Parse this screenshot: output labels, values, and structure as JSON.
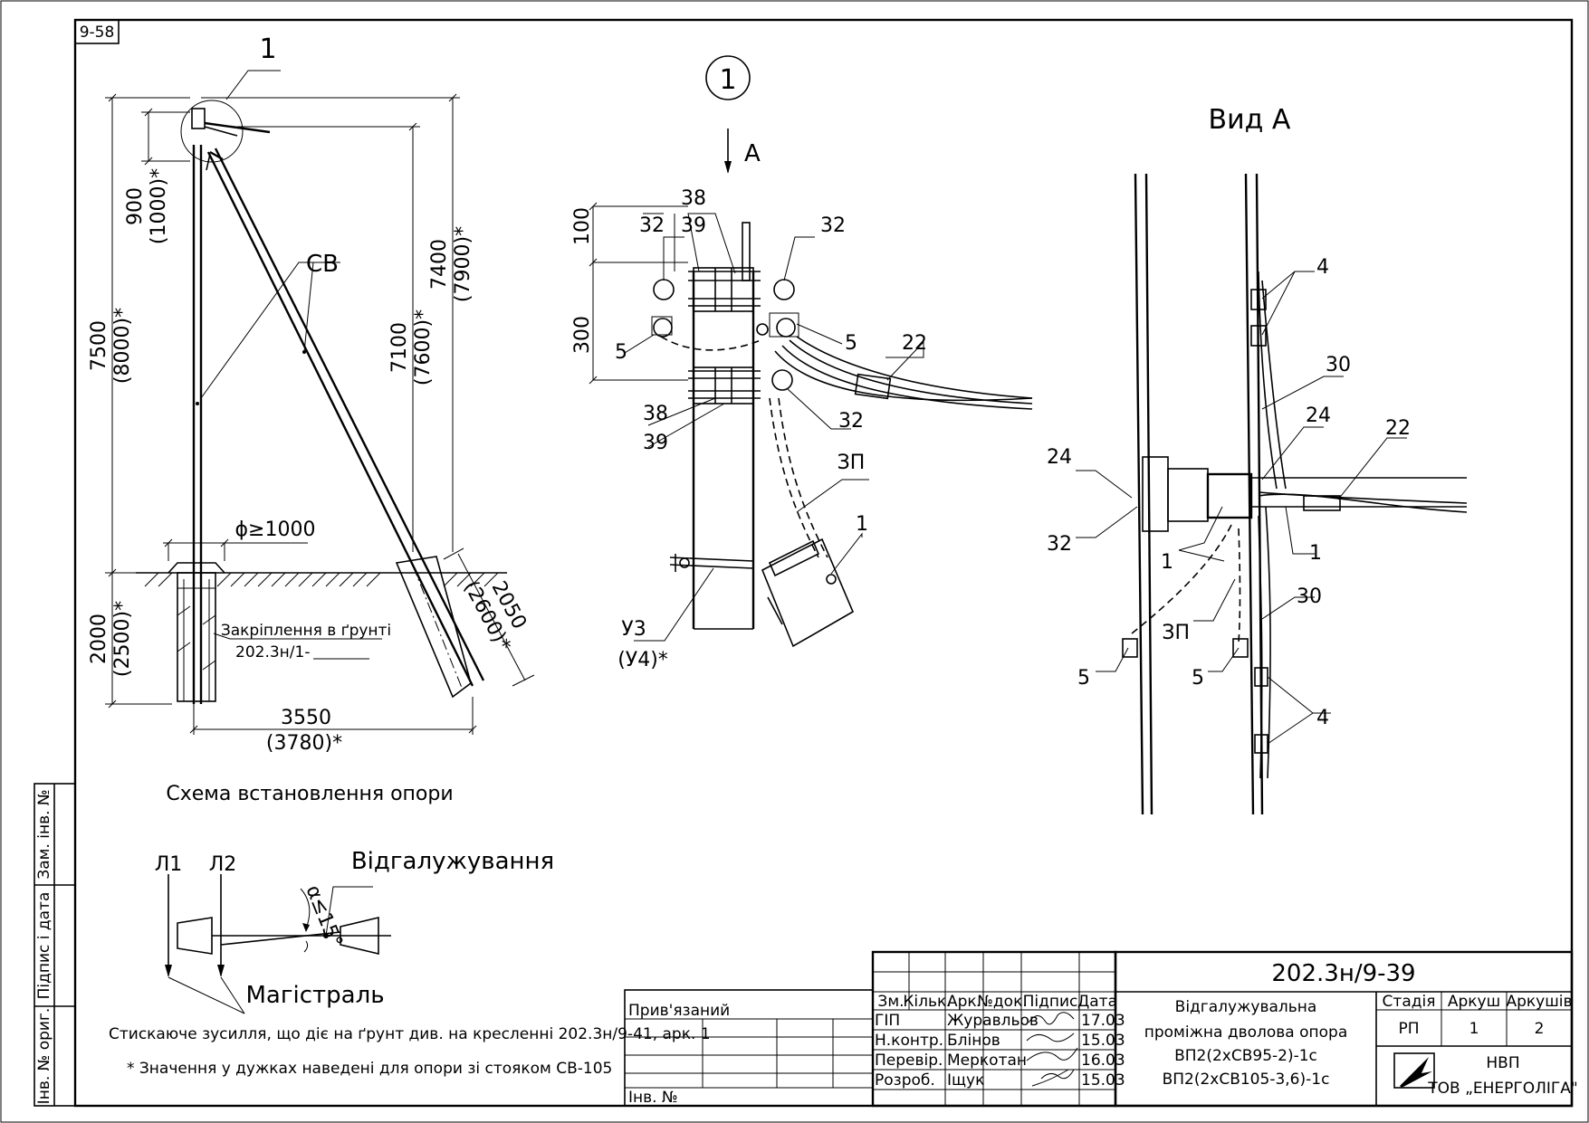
{
  "sheet": {
    "corner_code": "9-58",
    "code": "202.3н/9-39",
    "title_lines": [
      "Відгалужувальна",
      "проміжна дволова опора",
      "ВП2(2хСВ95-2)-1с",
      "ВП2(2хСВ105-3,6)-1с"
    ],
    "company": "НВП",
    "company_name": "ТОВ „ЕНЕРГОЛІГА\"",
    "stage_header": "Стадія",
    "sheet_header": "Аркуш",
    "sheets_header": "Аркушів",
    "stage": "РП",
    "sheet_no": "1",
    "sheets_total": "2",
    "tied": "Прив'язаний",
    "inv_no": "Інв. №",
    "stamp_headers": [
      "Зм.",
      "Кільк.",
      "Арк.",
      "№док.",
      "Підпис",
      "Дата"
    ],
    "stamp_rows": [
      {
        "role": "ГІП",
        "name": "Журавльов",
        "date": "17.03"
      },
      {
        "role": "Н.контр.",
        "name": "Блінов",
        "date": "15.03"
      },
      {
        "role": "Перевір.",
        "name": "Меркотан",
        "date": "16.03"
      },
      {
        "role": "Розроб.",
        "name": "Іщук",
        "date": "15.03"
      }
    ],
    "side_labels": [
      "Зам. інв. №",
      "Підпис і дата",
      "Інв. № ориг."
    ]
  },
  "left_view": {
    "detail_callout": "1",
    "pole_label": "СВ",
    "dim_900": "900",
    "dim_900_alt": "(1000)*",
    "dim_7500": "7500",
    "dim_7500_alt": "(8000)*",
    "dim_7100": "7100",
    "dim_7100_alt": "(7600)*",
    "dim_7400": "7400",
    "dim_7400_alt": "(7900)*",
    "dim_2000": "2000",
    "dim_2000_alt": "(2500)*",
    "dim_2050": "2050",
    "dim_2050_alt": "(2600)*",
    "dim_3550": "3550",
    "dim_3550_alt": "(3780)*",
    "pit_diameter": "ϕ≥1000",
    "ground_fix": "Закріплення в ґрунті",
    "ground_fix_ref": "202.3н/1-",
    "caption": "Схема встановлення опори"
  },
  "detail_view": {
    "callout": "1",
    "arrow_label": "А",
    "labels": [
      "38",
      "39",
      "32",
      "32",
      "5",
      "5",
      "22",
      "38",
      "39",
      "32",
      "ЗП",
      "1",
      "У3",
      "(У4)*"
    ],
    "dim_100": "100",
    "dim_300": "300"
  },
  "view_a": {
    "title": "Вид А",
    "labels": [
      "4",
      "30",
      "24",
      "22",
      "24",
      "32",
      "1",
      "1",
      "30",
      "ЗП",
      "5",
      "5",
      "4"
    ]
  },
  "scheme": {
    "l1": "Л1",
    "l2": "Л2",
    "angle": "α≤15°",
    "branch": "Відгалужування",
    "main": "Магістраль"
  },
  "notes": [
    "Стискаюче зусилля, що діє на ґрунт див. на кресленні 202.3н/9-41, арк. 1",
    "* Значення у дужках наведені для опори зі стояком СВ-105"
  ]
}
